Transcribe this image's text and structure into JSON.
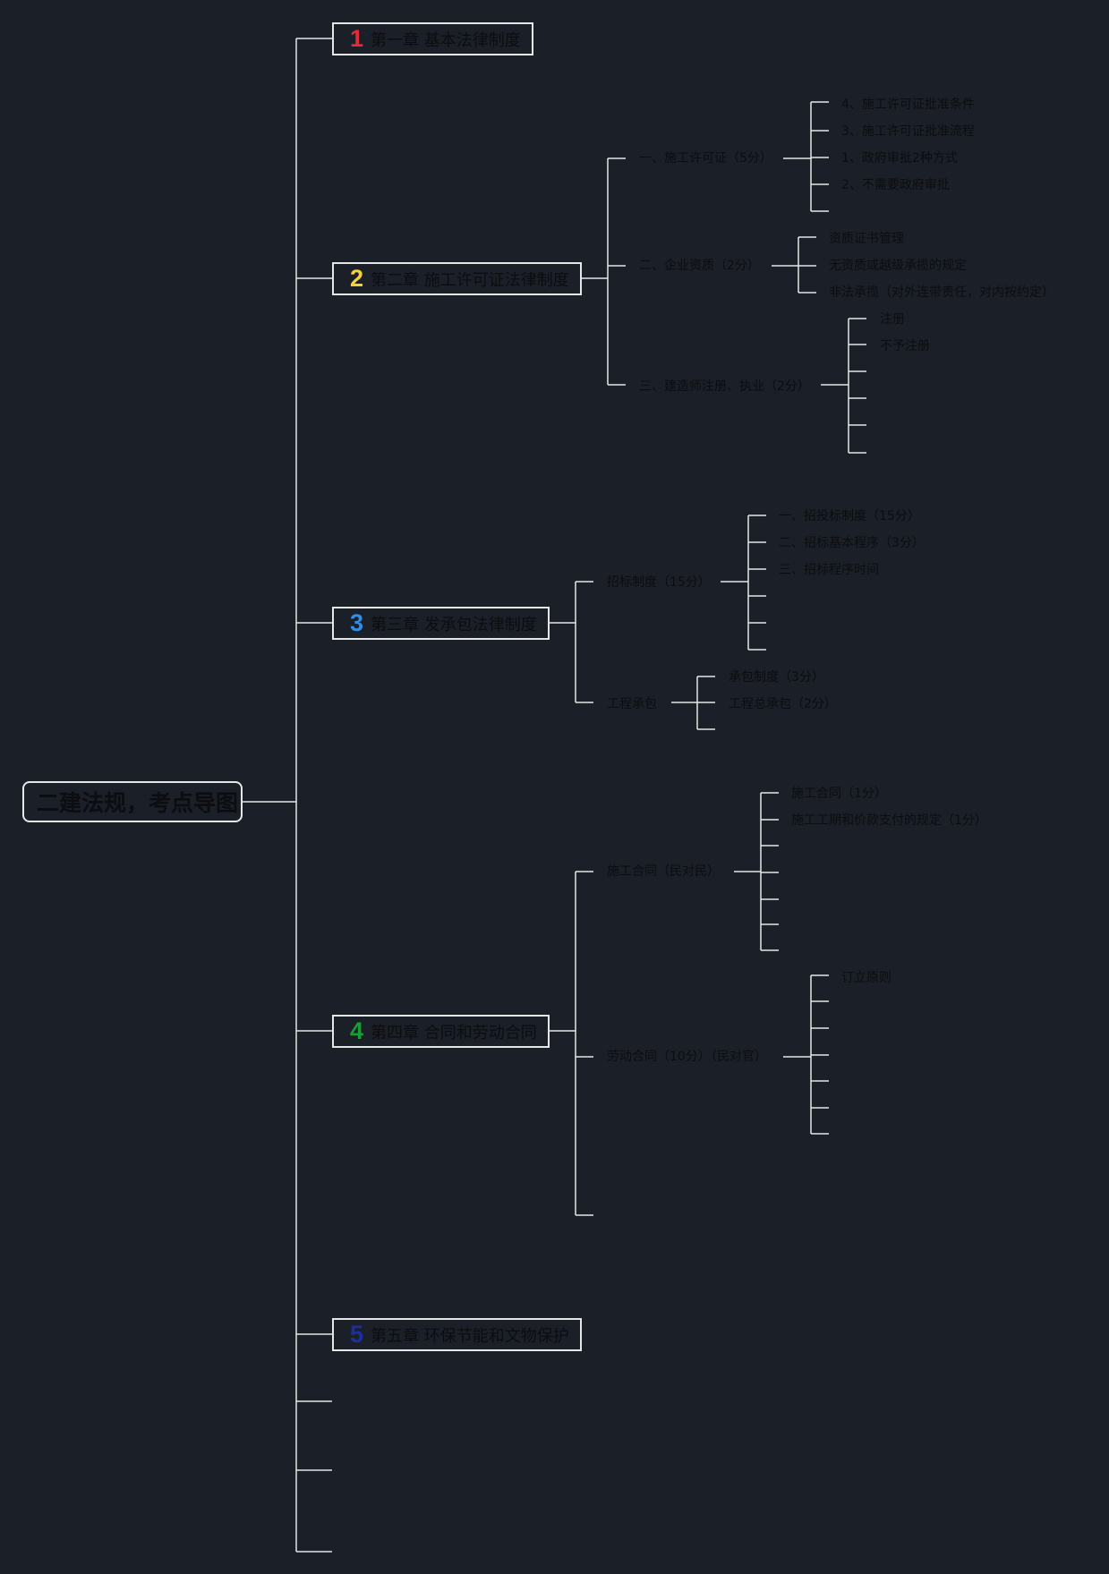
{
  "colors": {
    "background": "#1b1f27",
    "line": "#e6e6e6",
    "text": "#0c0d10",
    "chapter_numbers": [
      "#e32b3a",
      "#f5d23c",
      "#2f8ee8",
      "#1a9e33",
      "#1d2fa0"
    ]
  },
  "root": {
    "label": "二建法规，考点导图"
  },
  "chapters": [
    {
      "num": "1",
      "title": "第一章 基本法律制度"
    },
    {
      "num": "2",
      "title": "第二章 施工许可证法律制度"
    },
    {
      "num": "3",
      "title": "第三章 发承包法律制度"
    },
    {
      "num": "4",
      "title": "第四章 合同和劳动合同"
    },
    {
      "num": "5",
      "title": "第五章 环保节能和文物保护"
    }
  ],
  "ch2": {
    "sections": [
      {
        "label": "一、施工许可证（5分）",
        "items": [
          "4、施工许可证批准条件",
          "3、施工许可证批准流程",
          "1、政府审批2种方式",
          "2、不需要政府审批"
        ]
      },
      {
        "label": "二、企业资质（2分）",
        "items": [
          "资质证书管理",
          "无资质或越级承揽的规定",
          "非法承揽（对外连带责任，对内按约定）"
        ]
      },
      {
        "label": "三、建造师注册、执业（2分）",
        "items": [
          "注册",
          "不予注册"
        ]
      }
    ]
  },
  "ch3": {
    "sections": [
      {
        "label": "招标制度（15分）",
        "items": [
          "一、招投标制度（15分）",
          "二、招标基本程序（3分）",
          "三、招标程序时间"
        ]
      },
      {
        "label": "工程承包",
        "items": [
          "承包制度（3分）",
          "工程总承包（2分）"
        ]
      }
    ]
  },
  "ch4": {
    "sections": [
      {
        "label": "施工合同（民对民）",
        "items": [
          "施工合同（1分）",
          "施工工期和价款支付的规定（1分）"
        ]
      },
      {
        "label": "劳动合同（10分）（民对官）",
        "items": [
          "订立原则"
        ]
      }
    ]
  }
}
